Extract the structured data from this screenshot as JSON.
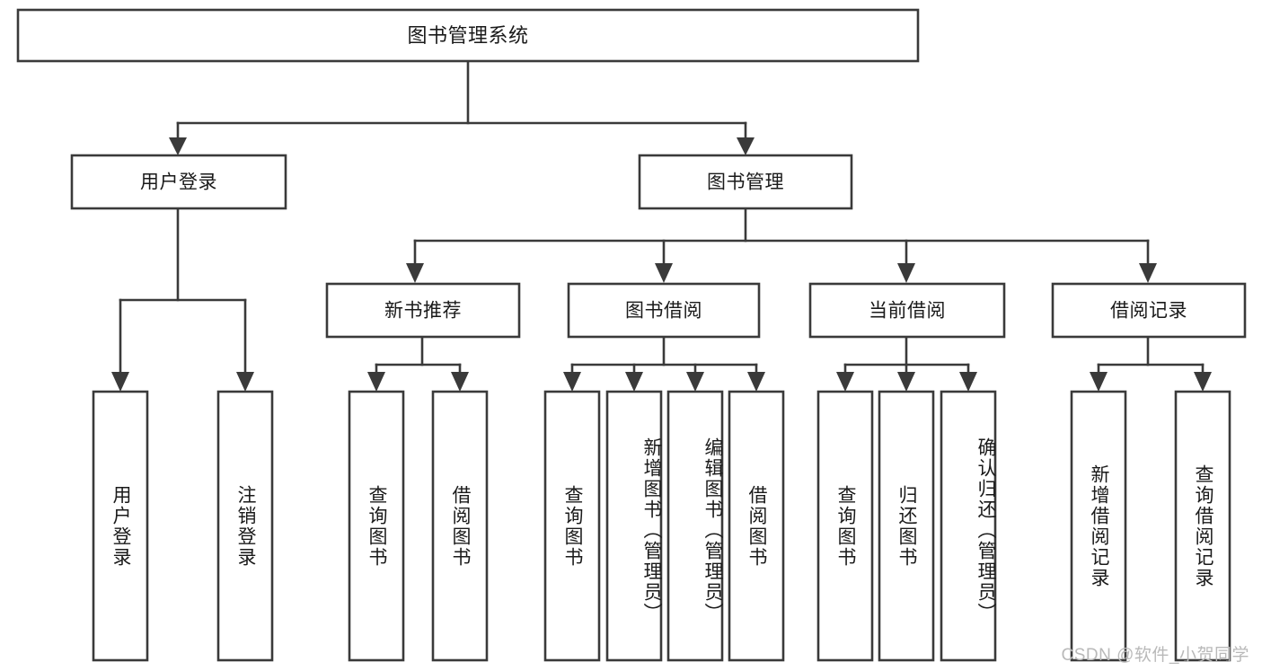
{
  "diagram": {
    "type": "tree",
    "title": "图书管理系统",
    "watermark": "CSDN @软件_小贺同学",
    "colors": {
      "stroke": "#3a3a3a",
      "box_fill": "#ffffff",
      "text": "#1a1a1a",
      "background": "#ffffff",
      "watermark": "#b9b9b9"
    },
    "levels": {
      "level1": {
        "label": "图书管理系统"
      },
      "level2": [
        {
          "label": "用户登录"
        },
        {
          "label": "图书管理"
        }
      ],
      "level3": [
        {
          "label": "新书推荐"
        },
        {
          "label": "图书借阅"
        },
        {
          "label": "当前借阅"
        },
        {
          "label": "借阅记录"
        }
      ],
      "leaves": [
        {
          "label": "用户登录",
          "parent": "用户登录"
        },
        {
          "label": "注销登录",
          "parent": "用户登录"
        },
        {
          "label": "查询图书",
          "parent": "新书推荐"
        },
        {
          "label": "借阅图书",
          "parent": "新书推荐"
        },
        {
          "label": "查询图书",
          "parent": "图书借阅"
        },
        {
          "label": "新增图书（管理员）",
          "parent": "图书借阅"
        },
        {
          "label": "编辑图书（管理员）",
          "parent": "图书借阅"
        },
        {
          "label": "借阅图书",
          "parent": "图书借阅"
        },
        {
          "label": "查询图书",
          "parent": "当前借阅"
        },
        {
          "label": "归还图书",
          "parent": "当前借阅"
        },
        {
          "label": "确认归还（管理员）",
          "parent": "当前借阅"
        },
        {
          "label": "新增借阅记录",
          "parent": "借阅记录"
        },
        {
          "label": "查询借阅记录",
          "parent": "借阅记录"
        }
      ]
    }
  }
}
